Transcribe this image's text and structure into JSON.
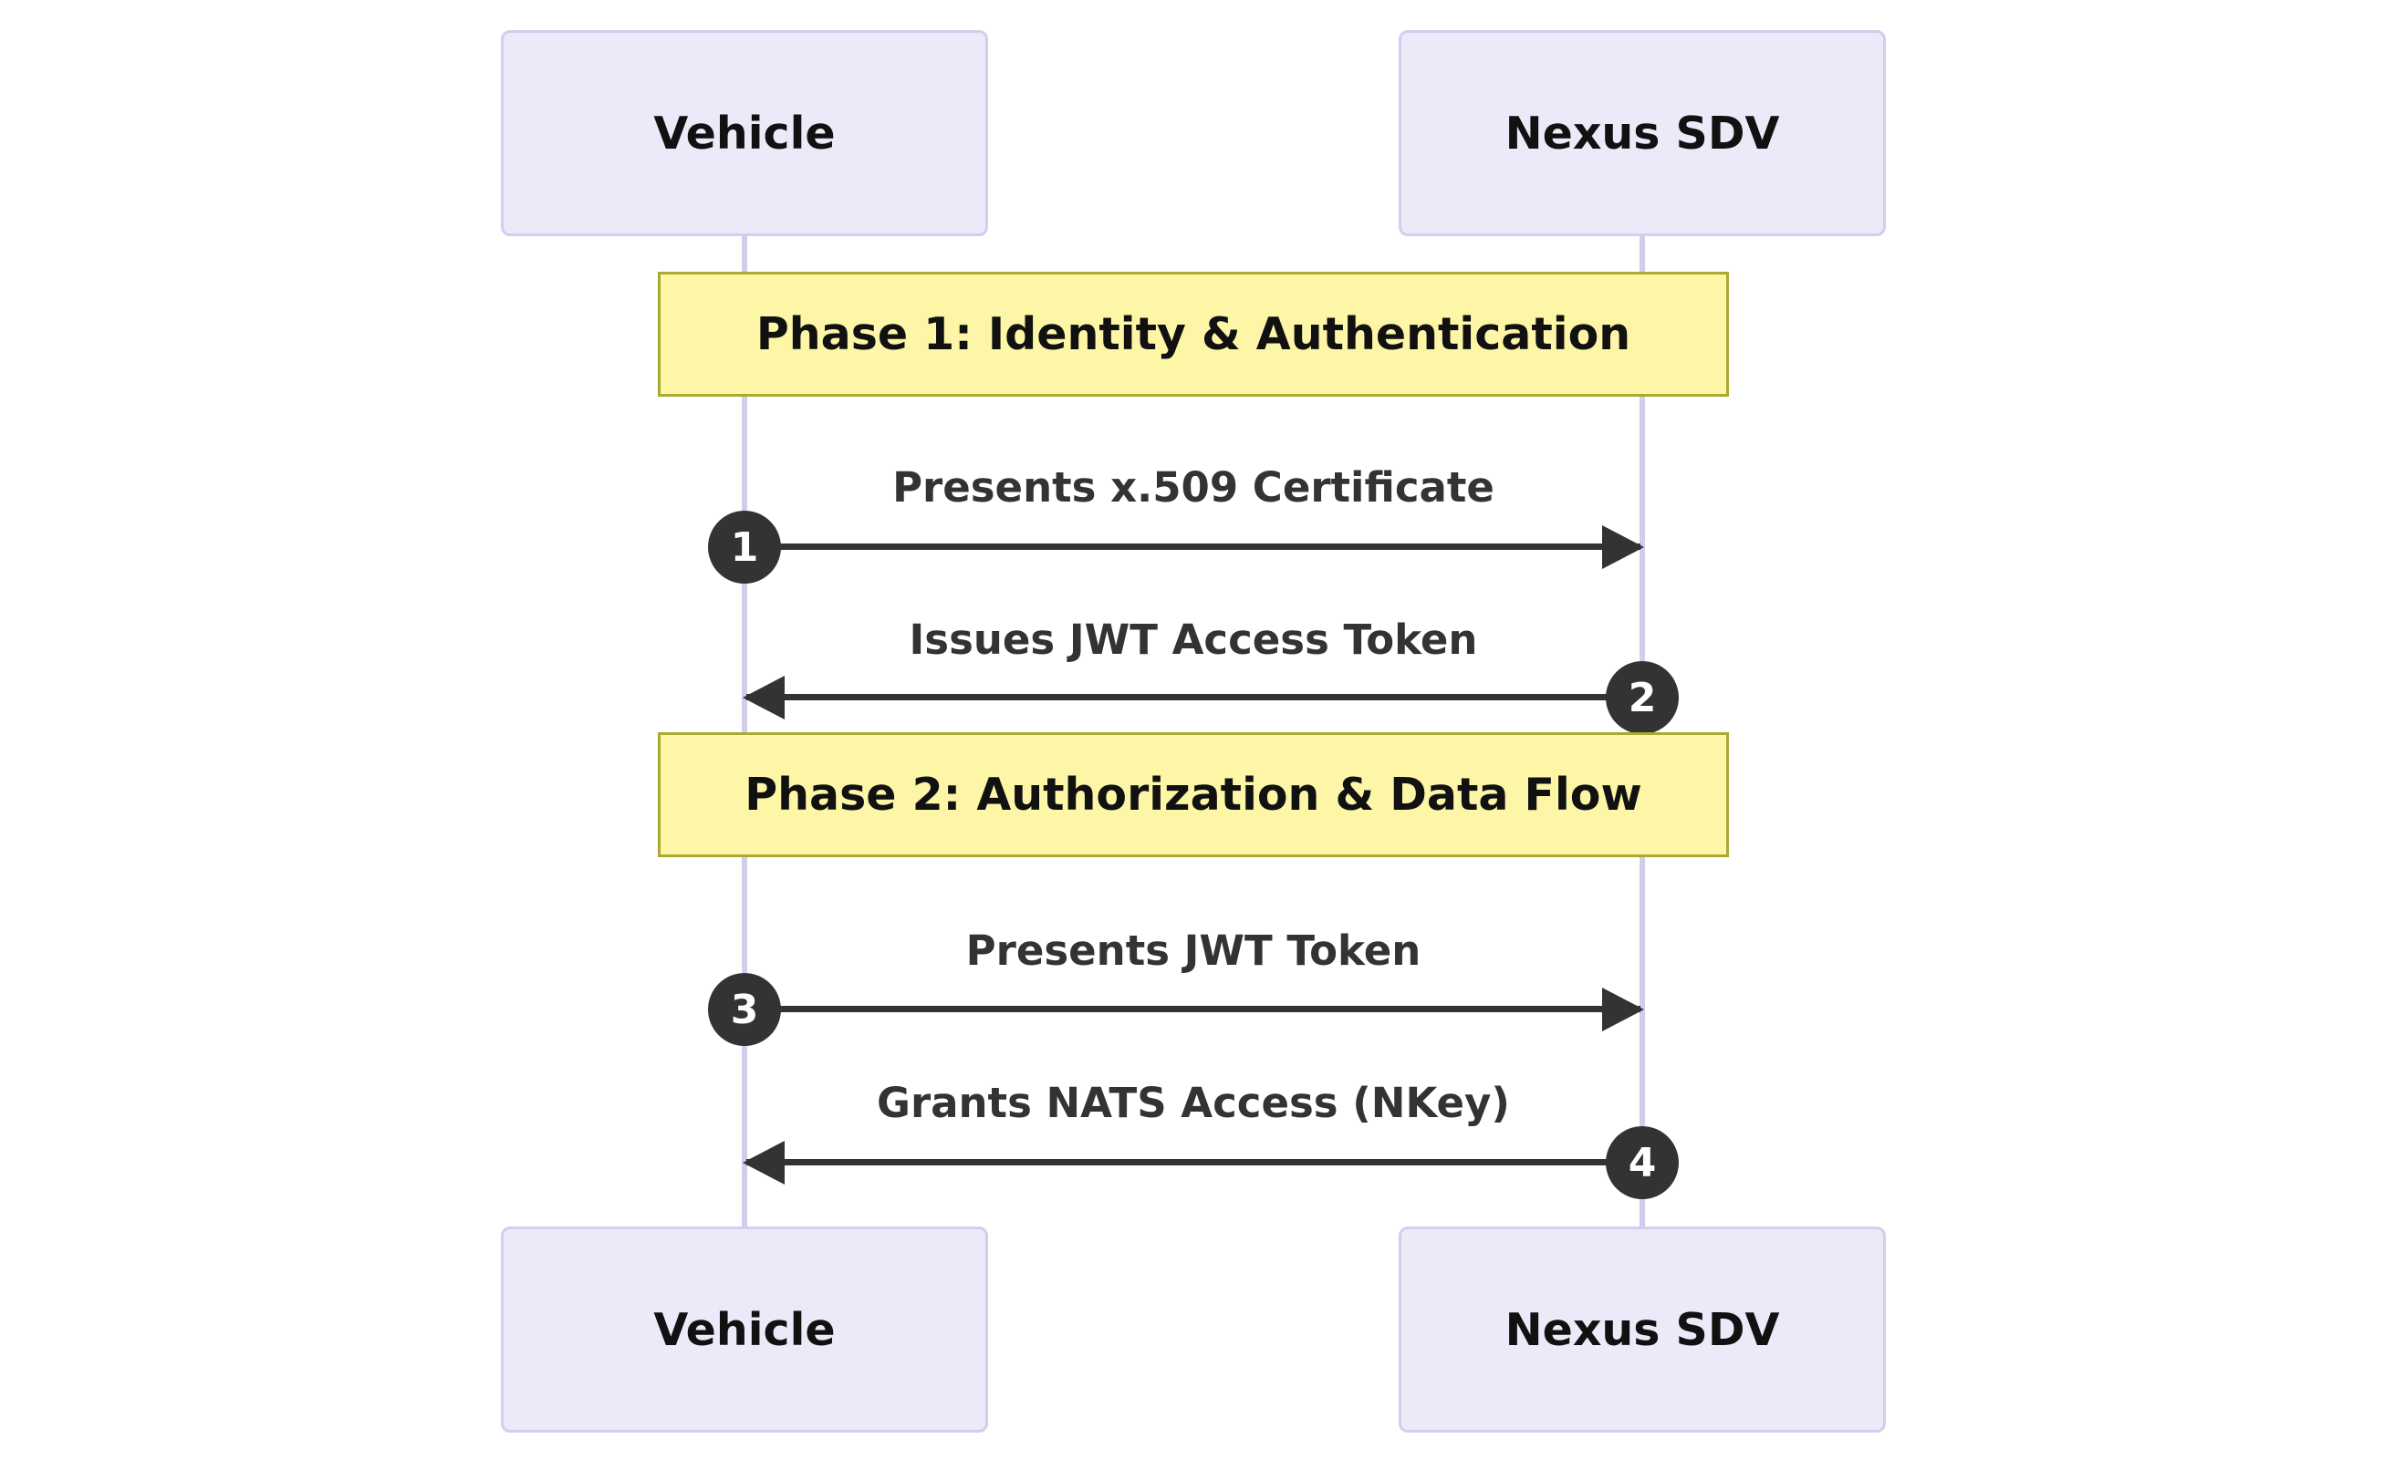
{
  "actors": [
    {
      "name": "Vehicle"
    },
    {
      "name": "Nexus SDV"
    }
  ],
  "phases": [
    {
      "title": "Phase 1: Identity & Authentication"
    },
    {
      "title": "Phase 2: Authorization & Data Flow"
    }
  ],
  "messages": [
    {
      "number": "1",
      "label": "Presents x.509 Certificate",
      "from": "Vehicle",
      "to": "Nexus SDV",
      "direction": "right"
    },
    {
      "number": "2",
      "label": "Issues JWT Access Token",
      "from": "Nexus SDV",
      "to": "Vehicle",
      "direction": "left"
    },
    {
      "number": "3",
      "label": "Presents JWT Token",
      "from": "Vehicle",
      "to": "Nexus SDV",
      "direction": "right"
    },
    {
      "number": "4",
      "label": "Grants NATS Access (NKey)",
      "from": "Nexus SDV",
      "to": "Vehicle",
      "direction": "left"
    }
  ],
  "colors": {
    "background": "#ffffff",
    "actor_fill": "#ECE9F8",
    "actor_border": "#D6CCF0",
    "actor_text": "#111111",
    "lifeline": "#D5CCEC",
    "phase_fill": "#FDF6A7",
    "phase_border": "#AAAA33",
    "phase_text": "#111111",
    "message_text": "#333333",
    "arrow": "#333333",
    "number_badge_fill": "#333333",
    "number_badge_text": "#ffffff"
  }
}
